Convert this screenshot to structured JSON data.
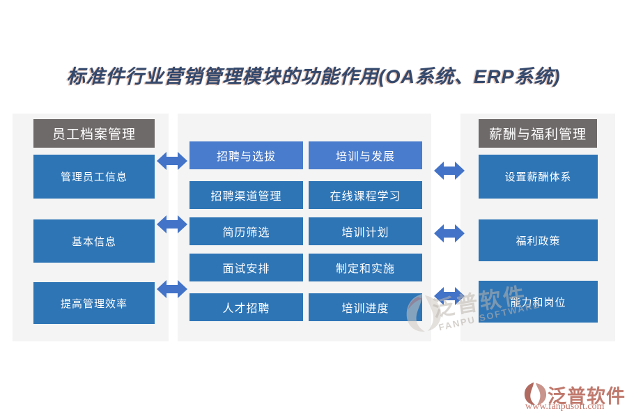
{
  "title": "标准件行业营销管理模块的功能作用(OA系统、ERP系统)",
  "left_panel": {
    "header": "员工档案管理",
    "items": [
      "管理员工信息",
      "基本信息",
      "提高管理效率"
    ]
  },
  "middle_panel": {
    "rows": [
      {
        "left": "招聘与选拔",
        "right": "培训与发展"
      },
      {
        "left": "招聘渠道管理",
        "right": "在线课程学习"
      },
      {
        "left": "简历筛选",
        "right": "培训计划"
      },
      {
        "left": "面试安排",
        "right": "制定和实施"
      },
      {
        "left": "人才招聘",
        "right": "培训进度"
      }
    ]
  },
  "right_panel": {
    "header": "薪酬与福利管理",
    "items": [
      "设置薪酬体系",
      "福利政策",
      "能力和岗位"
    ]
  },
  "watermark": {
    "brand": "泛普软件",
    "brand_en": "FANPU SOFTWARE"
  },
  "footer_logo": {
    "brand": "泛普软件",
    "website": "www.fanpusoft.com"
  },
  "colors": {
    "box_blue": "#2e75b6",
    "box_blue_light": "#4a7ccd",
    "arrow_blue": "#4273c8",
    "header_gray": "#6f6a6a",
    "title_navy": "#34496d",
    "logo_red": "#c0796d",
    "panel_gray": "#f4f4f4"
  }
}
